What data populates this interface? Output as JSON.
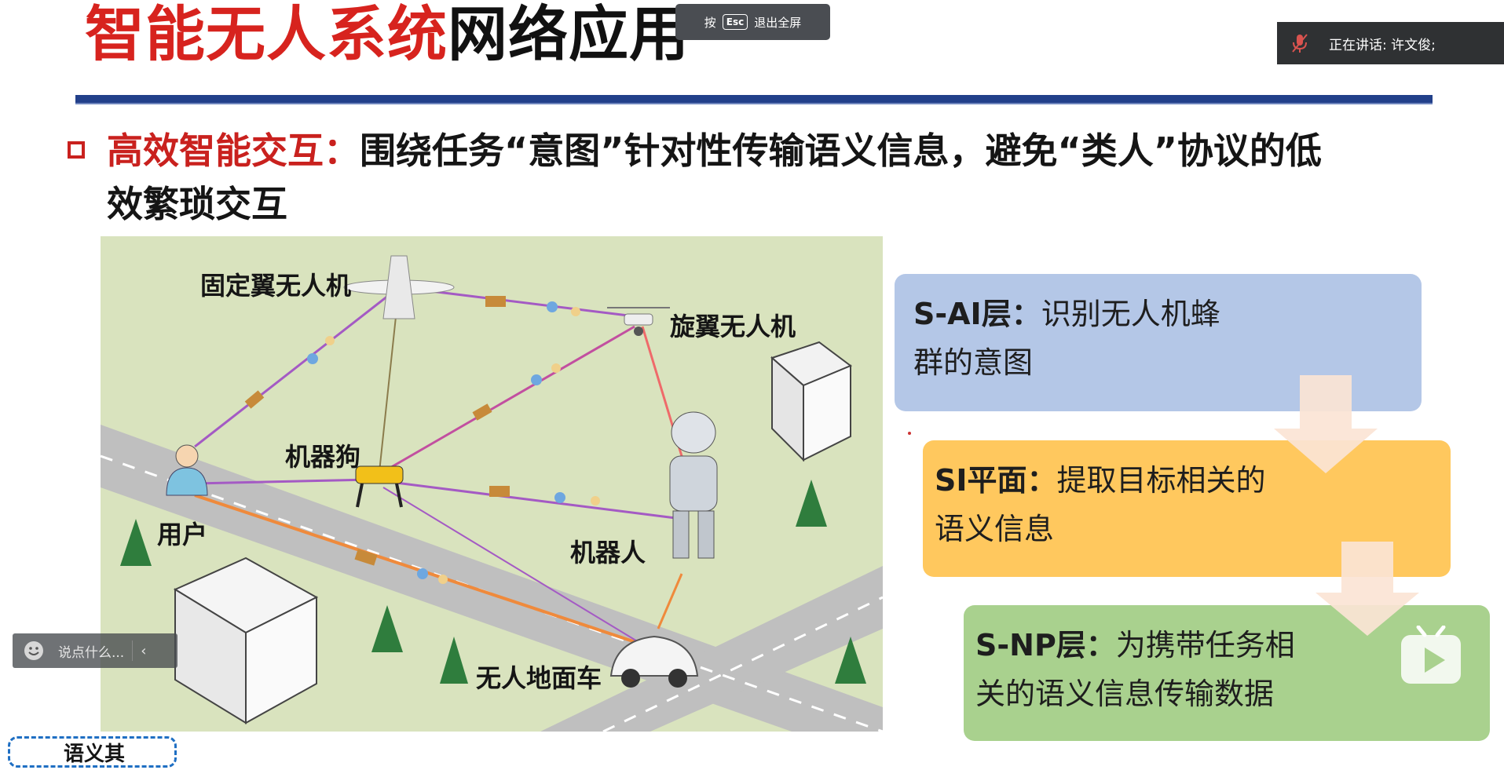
{
  "slide": {
    "title_red": "智能无人系统",
    "title_black": "网络应用",
    "bullet_highlight": "高效智能交互：",
    "bullet_text_1": "围绕任务“意图”针对性传输语义信息，避免“类人”协议的低",
    "bullet_text_2": "效繁琐交互",
    "illustration_labels": {
      "fixed_wing_uav": "固定翼无人机",
      "rotor_uav": "旋翼无人机",
      "robot_dog": "机器狗",
      "user": "用户",
      "robot": "机器人",
      "ground_vehicle": "无人地面车"
    },
    "layers": [
      {
        "tag": "S-AI层：",
        "line1": "识别无人机蜂",
        "line2": "群的意图"
      },
      {
        "tag": "SI平面：",
        "line1": "提取目标相关的",
        "line2": "语义信息"
      },
      {
        "tag": "S-NP层：",
        "line1": "为携带任务相",
        "line2": "关的语义信息传输数据"
      }
    ],
    "bottom_tag": "语义其"
  },
  "overlay": {
    "esc_prefix": "按",
    "esc_key": "Esc",
    "esc_suffix": "退出全屏",
    "speaker_text": "正在讲话: 许文俊;",
    "comment_placeholder": "说点什么..."
  },
  "colors": {
    "title_red": "#d7231e",
    "layer_blue": "#b4c7e7",
    "layer_orange": "#ffc85e",
    "layer_green": "#a9d18e"
  }
}
